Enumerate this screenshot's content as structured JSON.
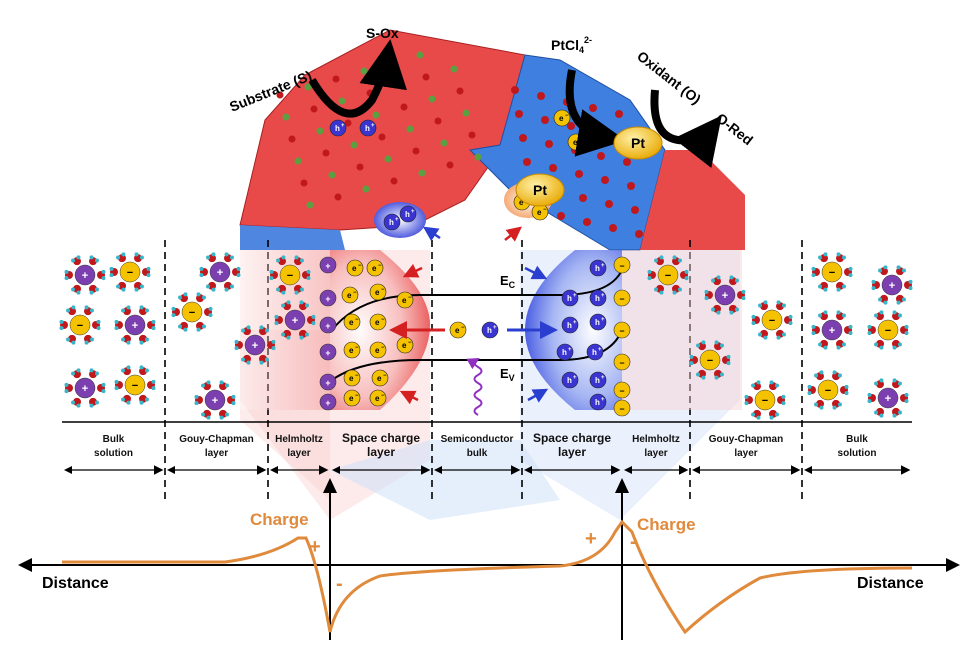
{
  "labels": {
    "substrate": "Substrate (S)",
    "s_ox": "S-Ox",
    "ptcl4": "PtCl",
    "ptcl4_sub": "4",
    "ptcl4_sup": "2-",
    "oxidant": "Oxidant (O)",
    "o_red": "O-Red",
    "pt": "Pt",
    "ec": "E",
    "ec_sub": "C",
    "ev": "E",
    "ev_sub": "V",
    "charge_left": "Charge",
    "charge_right": "Charge",
    "distance_left": "Distance",
    "distance_right": "Distance",
    "plus": "+",
    "minus": "-",
    "electron": "e",
    "hole": "h",
    "ion_plus": "+",
    "ion_minus": "−"
  },
  "regions": [
    {
      "line1": "Bulk",
      "line2": "solution"
    },
    {
      "line1": "Gouy-Chapman",
      "line2": "layer"
    },
    {
      "line1": "Helmholtz",
      "line2": "layer"
    },
    {
      "line1": "Space charge",
      "line2": "layer"
    },
    {
      "line1": "Semiconductor",
      "line2": "bulk"
    },
    {
      "line1": "Space charge",
      "line2": "layer"
    },
    {
      "line1": "Helmholtz",
      "line2": "layer"
    },
    {
      "line1": "Gouy-Chapman",
      "line2": "layer"
    },
    {
      "line1": "Bulk",
      "line2": "solution"
    }
  ],
  "colors": {
    "red_crystal": "#e84a4a",
    "blue_crystal": "#3f7fe0",
    "cation": "#7b3fb0",
    "anion": "#f5c200",
    "oxygen": "#c0181c",
    "hydrogen": "#39b5c8",
    "charge_curve": "#e08a3c",
    "arrow_red": "#d42020",
    "arrow_blue": "#2a3fd0"
  }
}
